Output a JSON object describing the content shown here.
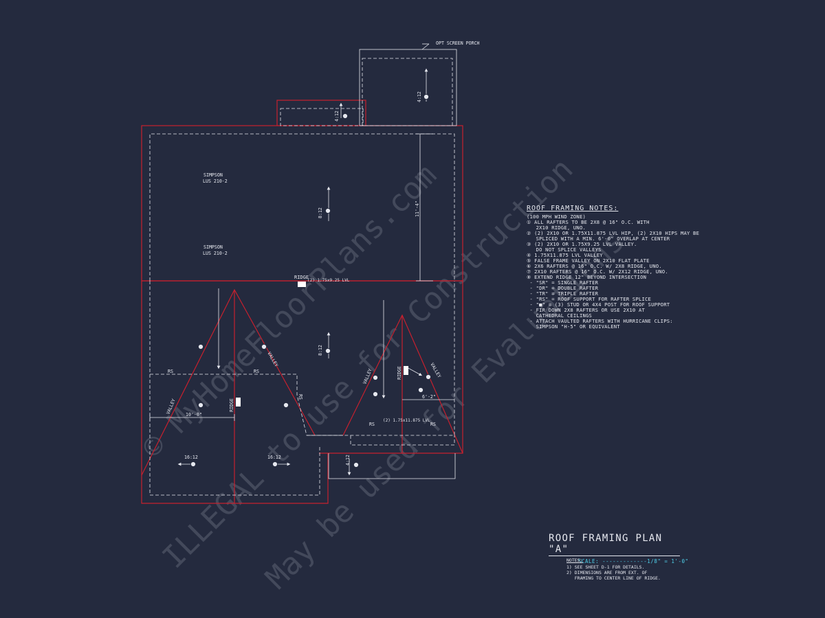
{
  "plan": {
    "porch_callout": "OPT SCREEN PORCH",
    "hangers": [
      "SIMPSON",
      "LUS 210-2",
      "SIMPSON",
      "LUS 210-2"
    ],
    "ridge_label": "RIDGE",
    "ridge_beam": "(2) 1.75x9.25 LVL",
    "lvl_label": "(2) 1.75x11.875 LVL",
    "valley": "VALLEY",
    "ridge_vertical": "RIDGE",
    "rs": "RS",
    "pitch_4_12": "4:12",
    "pitch_8_12": "8:12",
    "pitch_16_12": "16:12",
    "dim_11_4": "11'-4\"",
    "dim_10_0": "10'-0\"",
    "dim_6_2": "6'-2\""
  },
  "notes": {
    "title": "ROOF FRAMING NOTES:",
    "lines": [
      "(100 MPH WIND ZONE)",
      "① ALL RAFTERS TO BE 2x8 @ 16\" O.C. WITH",
      "   2x10 RIDGE, UNO.",
      "② (2) 2x10 OR 1.75x11.875 LVL HIP, (2) 2x10 HIPS MAY BE",
      "   SPLICED WITH A MIN. 6'-0\" OVERLAP AT CENTER",
      "③ (2) 2x10 OR 1.75x9.25 LVL VALLEY.",
      "   DO NOT SPLICE VALLEYS",
      "④ 1.75x11.875 LVL VALLEY",
      "⑤ FALSE FRAME VALLEY ON 2x10 FLAT PLATE",
      "⑥ 2x6 RAFTERS @ 16\" O.C. W/ 2x8 RIDGE, UNO.",
      "⑦ 2x10 RAFTERS @ 16\" O.C. W/ 2x12 RIDGE, UNO.",
      "⑧ EXTEND RIDGE 12\" BEYOND INTERSECTION",
      " - \"SR\" = SINGLE RAFTER",
      " - \"DR\" = DOUBLE RAFTER",
      " - \"TR\" = TRIPLE RAFTER",
      " - \"RS\" = ROOF SUPPORT FOR RAFTER SPLICE",
      " - \"■\" = (3) STUD OR 4x4 POST FOR ROOF SUPPORT",
      " - FIR DOWN 2x8 RAFTERS OR USE 2x10 AT",
      "   CATHEDRAL CEILINGS",
      " - ATTACH VAULTED RAFTERS WITH HURRICANE CLIPS:",
      "   SIMPSON \"H-5\" OR EQUIVALENT"
    ]
  },
  "title_block": {
    "title": "ROOF FRAMING PLAN \"A\"",
    "scale": "SCALE: -------------1/8\" = 1'-0\""
  },
  "general_notes": {
    "title": "NOTES:",
    "items": [
      "1) SEE SHEET D-1 FOR DETAILS.",
      "2) DIMENSIONS ARE FROM EXT. OF",
      "   FRAMING TO CENTER LINE OF RIDGE."
    ]
  },
  "watermark": {
    "line1": "© MyHomeFloorPlans.com",
    "line2": "ILLEGAL to use for Construction",
    "line3": "May be used for Evaluations"
  },
  "colors": {
    "background": "#242a3e",
    "roof_edge": "#c8202e",
    "linework": "#e6e8ef",
    "scale_text": "#4fd0ea"
  }
}
